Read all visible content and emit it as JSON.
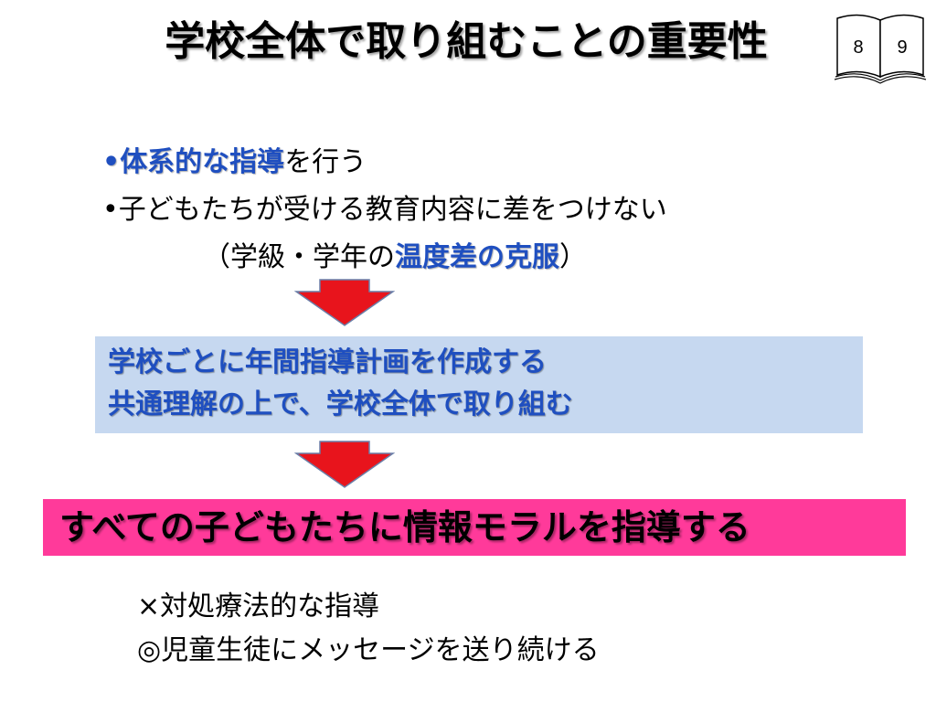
{
  "title": "学校全体で取り組むことの重要性",
  "book_icon": {
    "left_page": "8",
    "right_page": "9"
  },
  "bullets": {
    "line1": {
      "prefix": "•",
      "emphasis": "体系的な指導",
      "rest": "を行う"
    },
    "line2": "•子どもたちが受ける教育内容に差をつけない",
    "line3": {
      "open": "（学級・学年の",
      "emphasis": "温度差の克服",
      "close": "）"
    }
  },
  "plan_box": {
    "line1": "学校ごとに年間指導計画を作成する",
    "line2": "共通理解の上で、学校全体で取り組む"
  },
  "goal_box": {
    "text": "すべての子どもたちに情報モラルを指導する"
  },
  "notes": {
    "line1": "×対処療法的な指導",
    "line2": "◎児童生徒にメッセージを送り続ける"
  },
  "colors": {
    "emphasis_blue": "#1f4fc0",
    "plan_box_bg": "#c6d8f0",
    "goal_box_bg": "#ff3a9a",
    "arrow_red": "#e8141c"
  }
}
